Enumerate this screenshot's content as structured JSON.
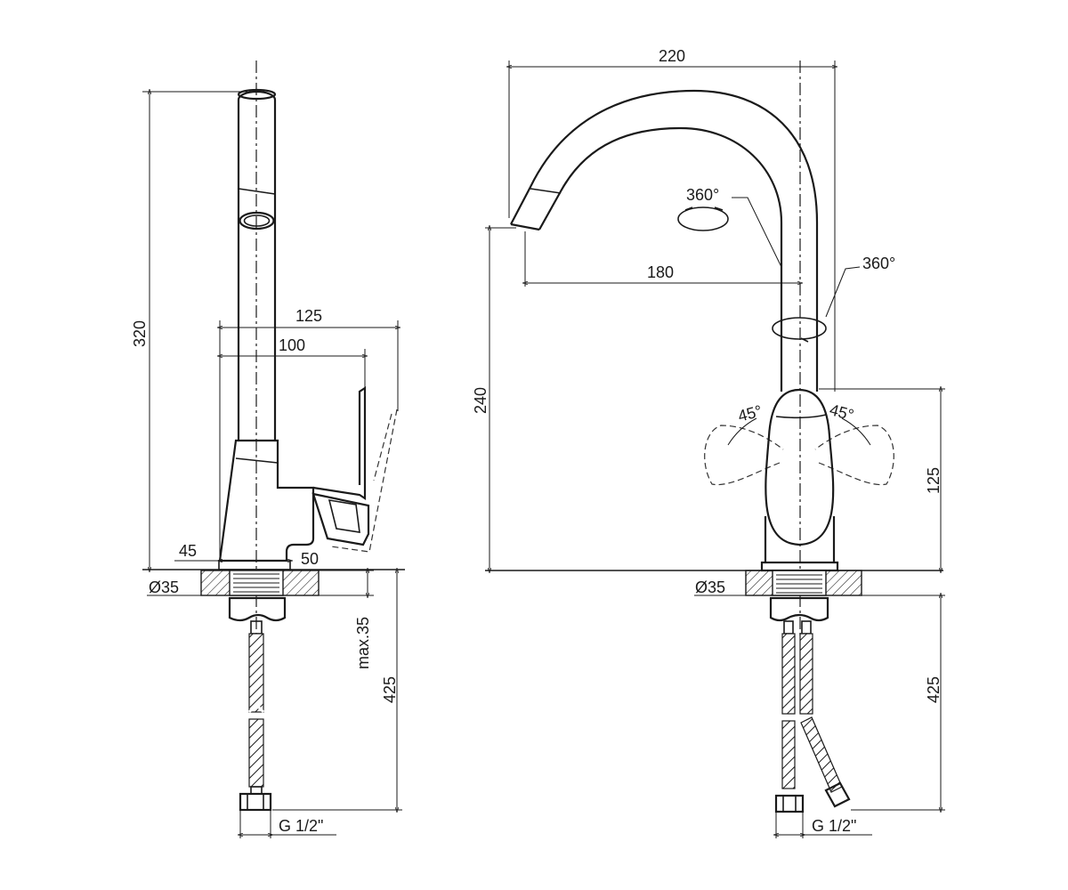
{
  "side_view": {
    "height_total": "320",
    "width_handle": "125",
    "width_body": "100",
    "base_offset": "45",
    "base_width": "50",
    "hole_diameter": "Ø35",
    "max_thickness": "max.35",
    "hose_length": "425",
    "thread": "G 1/2\""
  },
  "front_view": {
    "reach_total": "220",
    "reach_spout": "180",
    "spout_height": "240",
    "spout_rotation": "360°",
    "body_rotation": "360°",
    "lever_angle_left": "45°",
    "lever_angle_right": "45°",
    "handle_height": "125",
    "hole_diameter": "Ø35",
    "hose_length": "425",
    "thread": "G 1/2\""
  }
}
